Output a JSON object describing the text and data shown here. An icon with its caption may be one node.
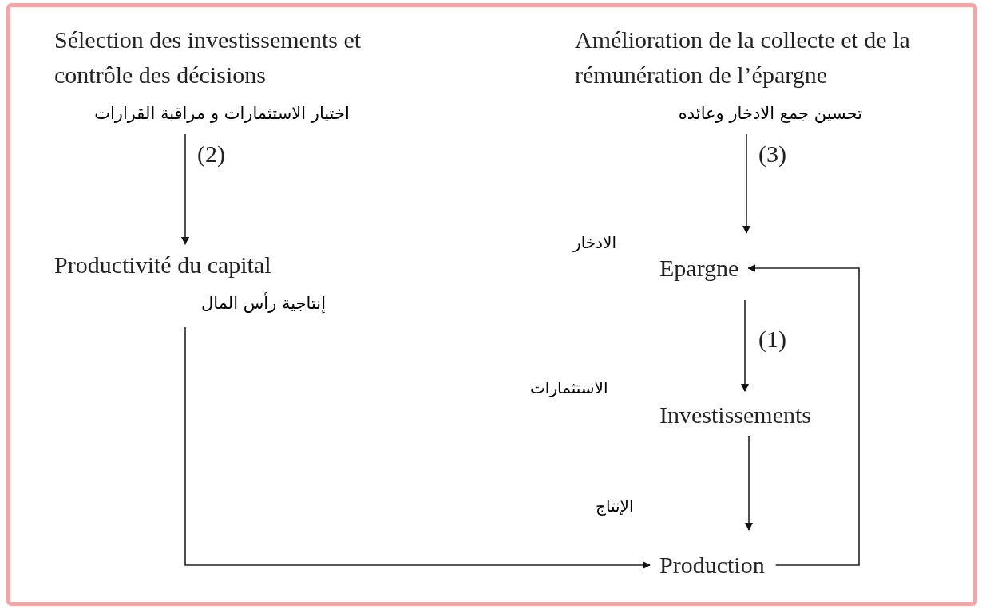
{
  "diagram": {
    "nodes": [
      {
        "text": [
          "Sélection des investissements et contrôle des décisions",
          "اختيار الاستثمارات و مراقبة القرارات"
        ]
      },
      {
        "text": [
          "Amélioration de la collecte et de la rémunération de l’épargne",
          "تحسين جمع الادخار وعائده"
        ]
      },
      {
        "text": [
          "Productivité du capital",
          "إنتاجية رأس المال"
        ]
      },
      {
        "text": [
          "Epargne"
        ],
        "beside": [
          "الادخار"
        ]
      },
      {
        "text": [
          "Investissements"
        ],
        "beside": [
          "الاستثمارات"
        ]
      },
      {
        "text": [
          "Production"
        ],
        "beside": [
          "الإنتاج"
        ]
      }
    ],
    "edges": [
      {
        "from": 0,
        "to": 2,
        "arrow": "to",
        "label": "(2)"
      },
      {
        "from": 1,
        "to": 3,
        "arrow": "to",
        "label": "(3)"
      },
      {
        "from": 3,
        "to": 4,
        "arrow": "to",
        "label": "(1)"
      },
      {
        "from": 4,
        "to": 5,
        "arrow": "to"
      },
      {
        "from": 2,
        "to": 5,
        "arrow": "to"
      },
      {
        "from": 5,
        "to": 3,
        "arrow": "to"
      }
    ]
  }
}
